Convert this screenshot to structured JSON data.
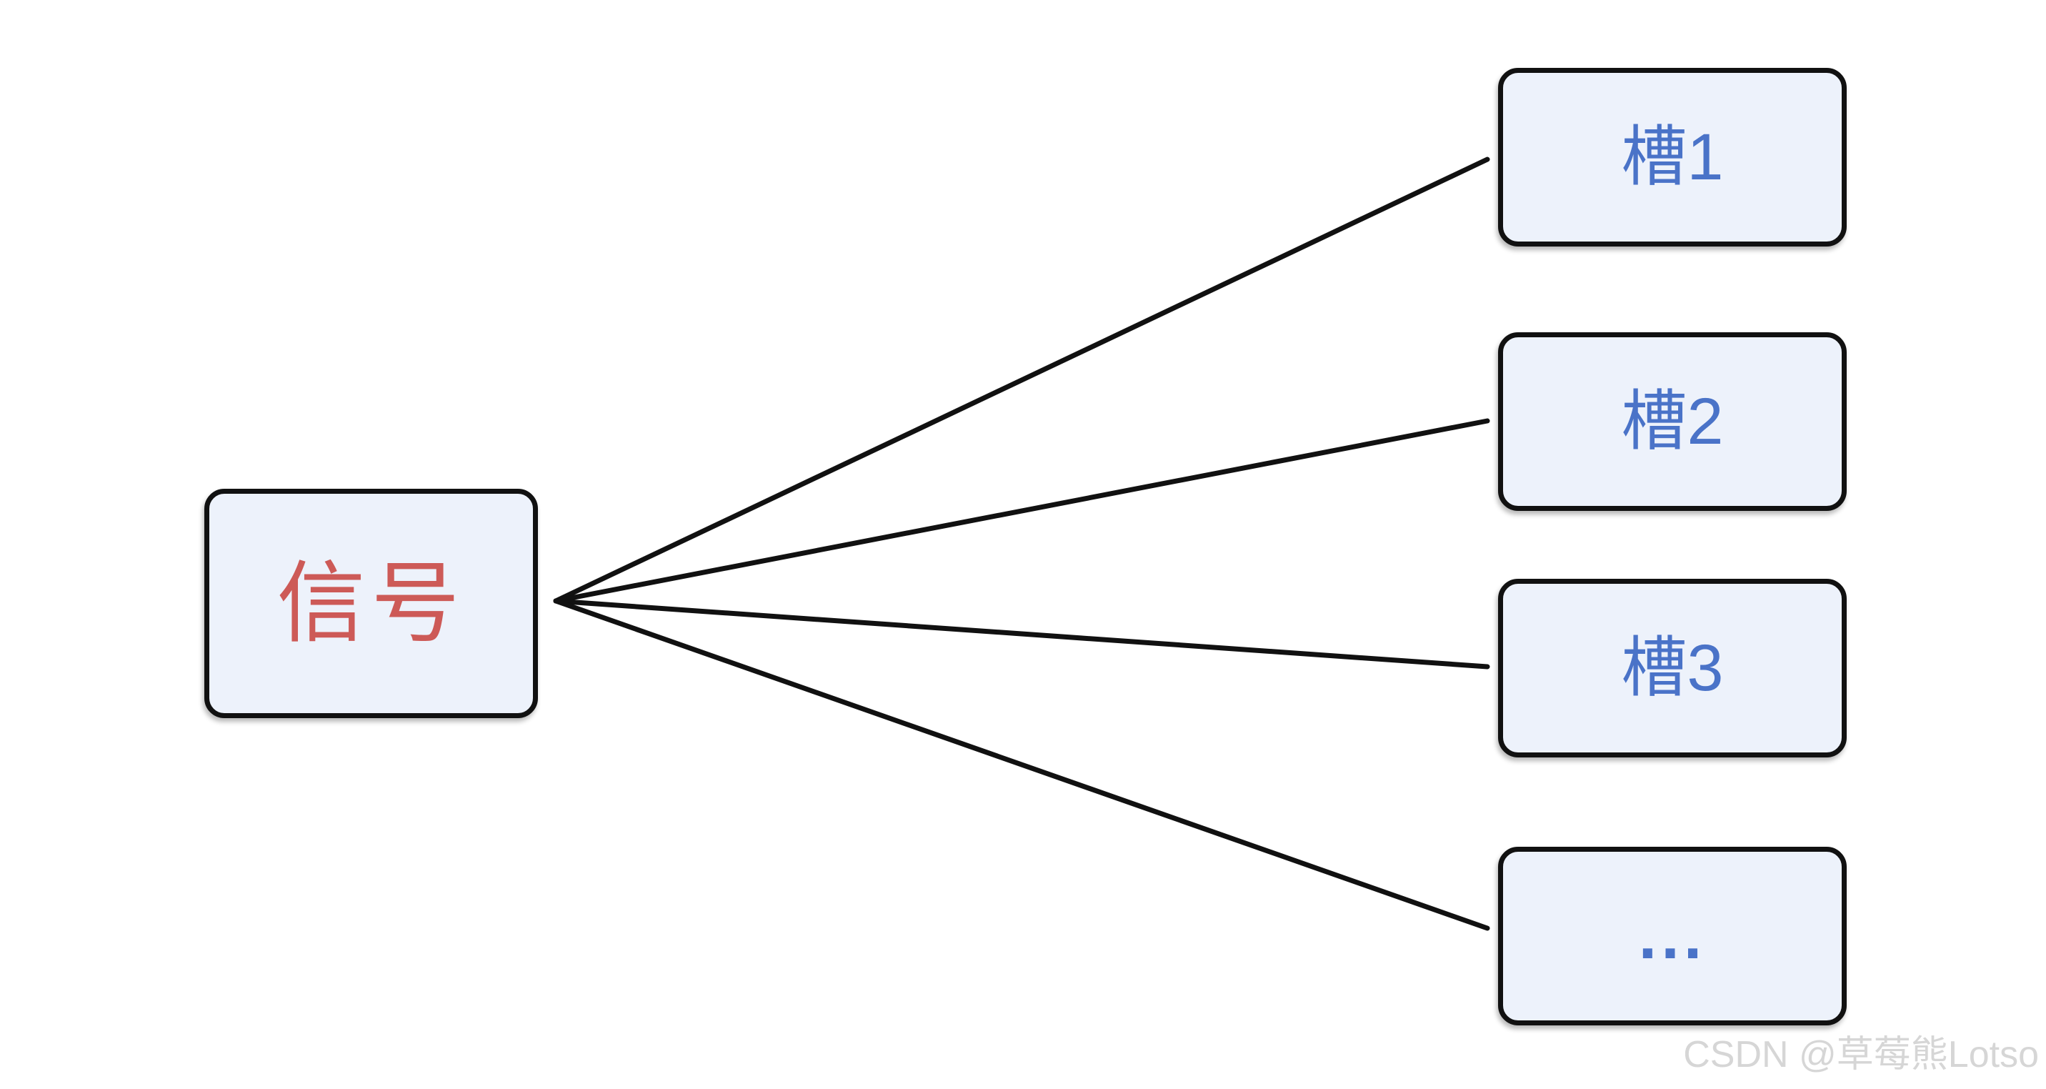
{
  "diagram": {
    "signal": {
      "label": "信号"
    },
    "slots": [
      {
        "label": "槽1"
      },
      {
        "label": "槽2"
      },
      {
        "label": "槽3"
      },
      {
        "label": "..."
      }
    ],
    "connections": [
      {
        "from": "信号",
        "to": "槽1"
      },
      {
        "from": "信号",
        "to": "槽2"
      },
      {
        "from": "信号",
        "to": "槽3"
      },
      {
        "from": "信号",
        "to": "..."
      }
    ]
  },
  "watermark": {
    "text": "CSDN @草莓熊Lotso"
  },
  "theme": {
    "node_fill": "#edf2fb",
    "node_border": "#111111",
    "signal_text": "#cd5a57",
    "slot_text": "#4a73c8",
    "line_color": "#111111",
    "watermark_color": "#d6d6d6"
  }
}
